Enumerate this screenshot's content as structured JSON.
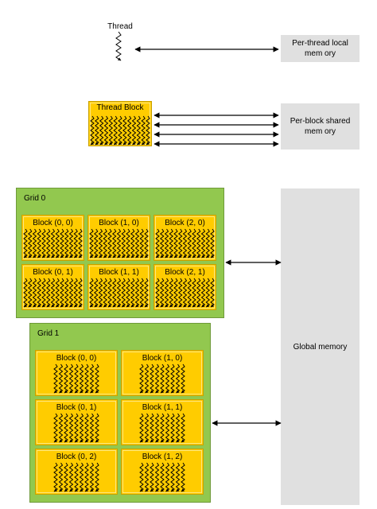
{
  "thread": {
    "label": "Thread"
  },
  "thread_block": {
    "label": "Thread Block"
  },
  "memory": {
    "local_line1": "Per-thread local",
    "local_line2": "mem ory",
    "shared_line1": "Per-block shared",
    "shared_line2": "mem ory",
    "global": "Global memory"
  },
  "grid0": {
    "title": "Grid 0",
    "blocks": [
      "Block (0, 0)",
      "Block (1, 0)",
      "Block (2, 0)",
      "Block (0, 1)",
      "Block (1, 1)",
      "Block (2, 1)"
    ]
  },
  "grid1": {
    "title": "Grid 1",
    "blocks": [
      "Block (0, 0)",
      "Block (1, 0)",
      "Block (0, 1)",
      "Block (1, 1)",
      "Block (0, 2)",
      "Block (1, 2)"
    ]
  },
  "colors": {
    "block_fill": "#ffcc00",
    "grid_fill": "#92c84f",
    "memory_fill": "#e0e0e0"
  }
}
